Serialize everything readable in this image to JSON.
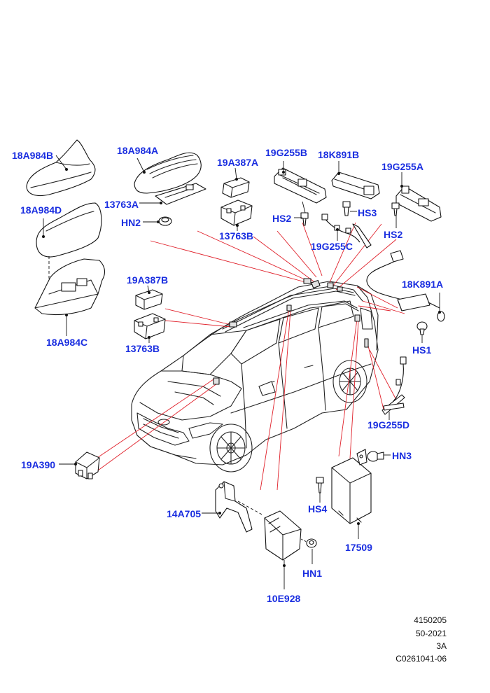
{
  "diagram": {
    "part_labels": {
      "18A984B": "18A984B",
      "18A984A": "18A984A",
      "19A387A_top": "19A387A",
      "19G255B": "19G255B",
      "18K891B": "18K891B",
      "19G255A": "19G255A",
      "18A984D": "18A984D",
      "13763A": "13763A",
      "HN2": "HN2",
      "13763B_top": "13763B",
      "HS2_left": "HS2",
      "HS3": "HS3",
      "HS2_right": "HS2",
      "19G255C": "19G255C",
      "19A387B": "19A387B",
      "18K891A": "18K891A",
      "18A984C": "18A984C",
      "13763B_mid": "13763B",
      "HS1": "HS1",
      "19G255D": "19G255D",
      "19A390": "19A390",
      "HN3": "HN3",
      "14A705": "14A705",
      "HS4": "HS4",
      "17509": "17509",
      "HN1": "HN1",
      "10E928": "10E928"
    },
    "reference": {
      "line1": "4150205",
      "line2": "50-2021",
      "line3": "3A",
      "line4": "C0261041-06"
    },
    "colors": {
      "label": "#1a2ee0",
      "leader_red": "#e0202a",
      "linework": "#111111"
    }
  }
}
